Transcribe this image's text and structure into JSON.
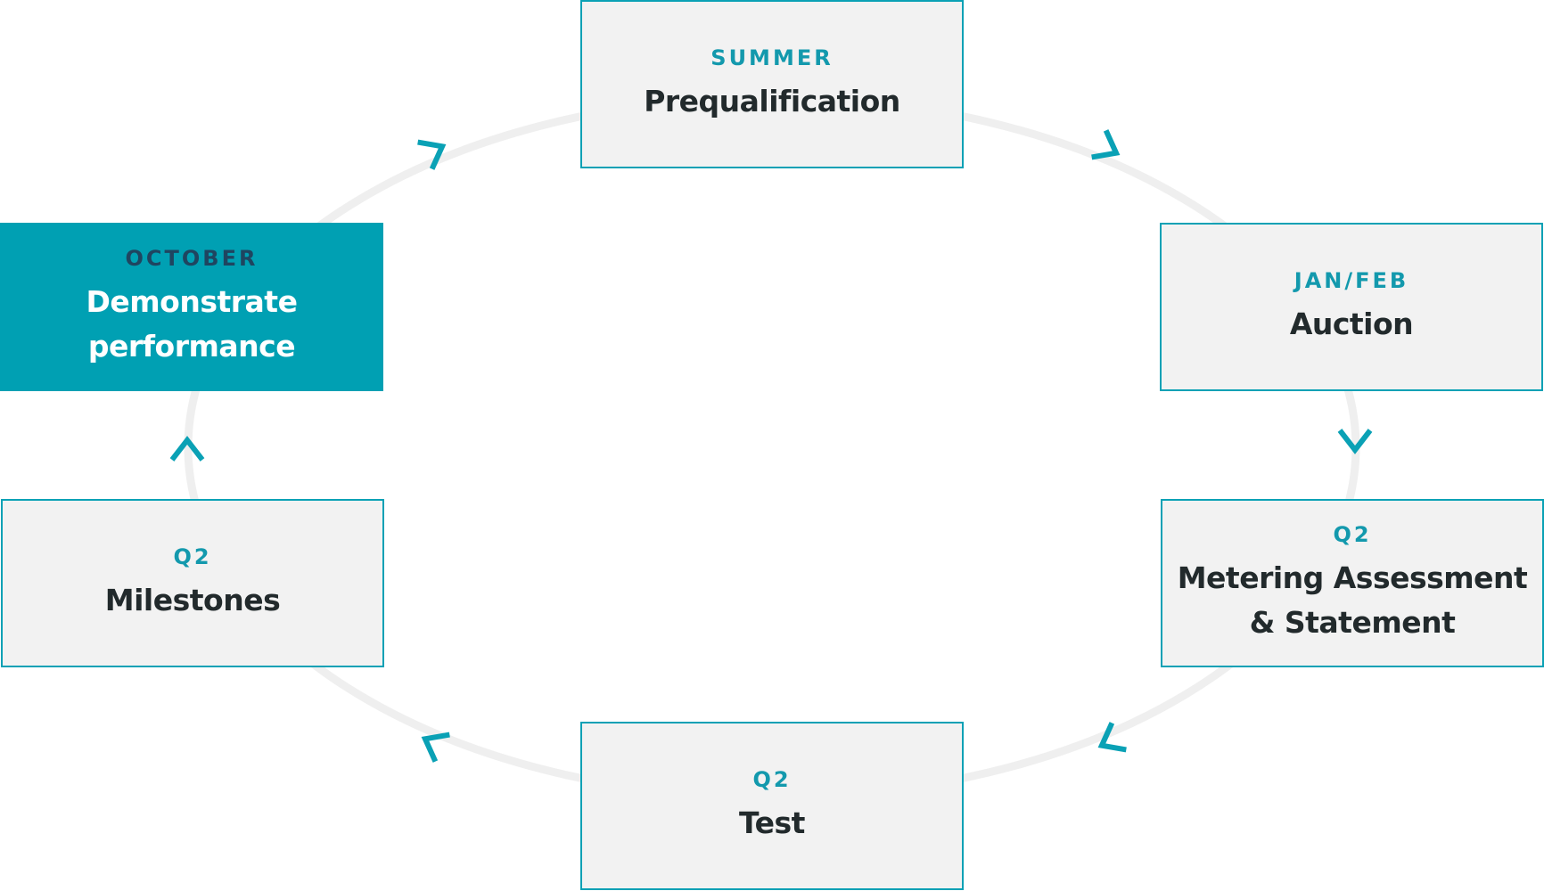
{
  "colors": {
    "box_fill": "#f2f2f2",
    "box_border": "#0aa1b5",
    "active_fill": "#00a0b3",
    "period_text": "#1399ad",
    "active_period_text": "#1f4560",
    "title_text": "#222a2c",
    "active_title_text": "#ffffff",
    "ring": "#efefef",
    "arrow": "#0aa1b5"
  },
  "stages": [
    {
      "period": "SUMMER",
      "title": "Prequalification",
      "active": false
    },
    {
      "period": "JAN/FEB",
      "title": "Auction",
      "active": false
    },
    {
      "period": "Q2",
      "title": "Metering Assessment\n& Statement",
      "active": false
    },
    {
      "period": "Q2",
      "title": "Test",
      "active": false
    },
    {
      "period": "Q2",
      "title": "Milestones",
      "active": false
    },
    {
      "period": "OCTOBER",
      "title": "Demonstrate\nperformance",
      "active": true
    }
  ],
  "flow_direction": "clockwise",
  "arrow_icon": "chevron-icon"
}
